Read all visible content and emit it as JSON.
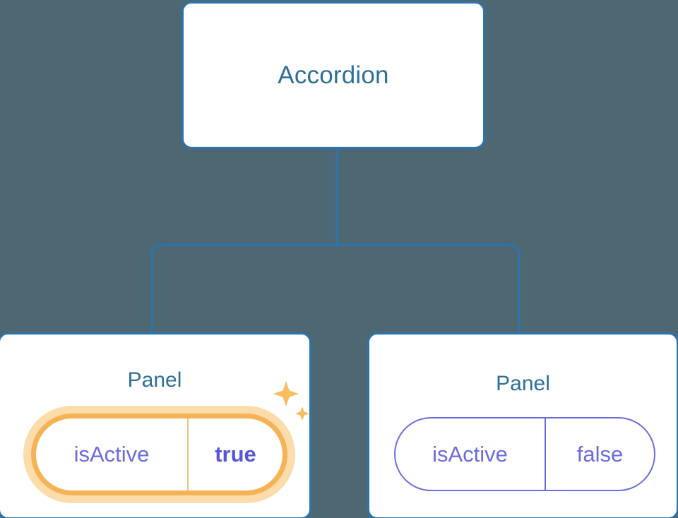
{
  "diagram": {
    "type": "component-tree",
    "background_color": "#4d6773",
    "node_border_color": "#2b75ad",
    "node_title_color": "#2f7099",
    "connector_color": "#2b75ad",
    "highlight_color": "#f5b355",
    "highlight_glow_color": "#fbdcaa",
    "prop_color": "#6b6ce0",
    "prop_value_active_color": "#5656d6"
  },
  "root": {
    "title": "Accordion"
  },
  "children": [
    {
      "title": "Panel",
      "highlighted": true,
      "prop": {
        "key": "isActive",
        "value": "true"
      },
      "sparkle_icons": [
        "sparkle-large-icon",
        "sparkle-small-icon"
      ]
    },
    {
      "title": "Panel",
      "highlighted": false,
      "prop": {
        "key": "isActive",
        "value": "false"
      }
    }
  ]
}
